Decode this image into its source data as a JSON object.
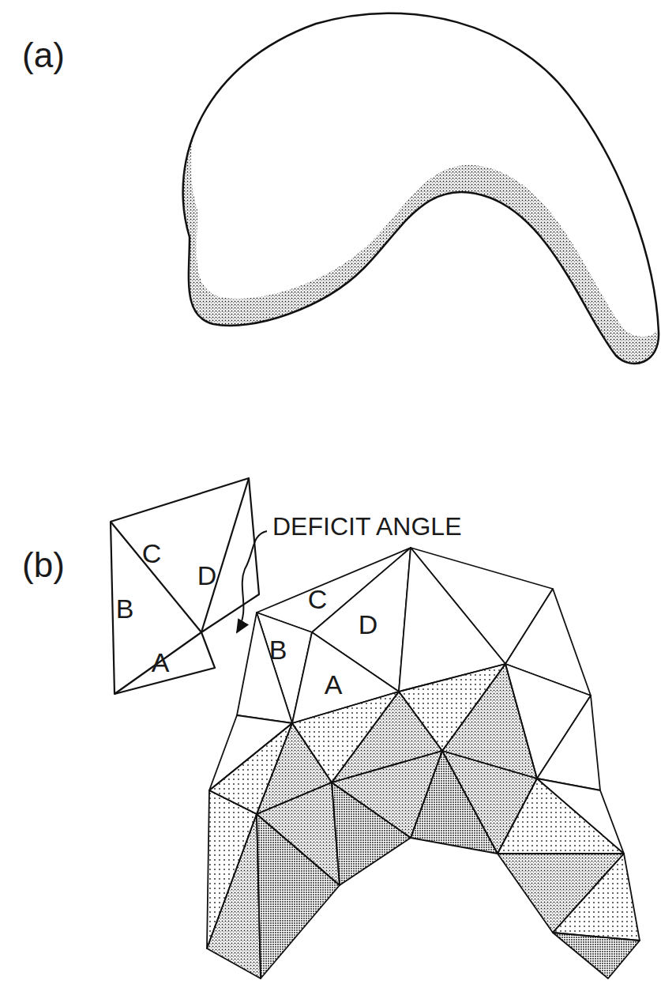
{
  "diagram": {
    "labels": [
      "(a)",
      "(b)",
      "C",
      "D",
      "B",
      "A",
      "DEFICIT ANGLE",
      "C",
      "D",
      "B",
      "A"
    ]
  }
}
